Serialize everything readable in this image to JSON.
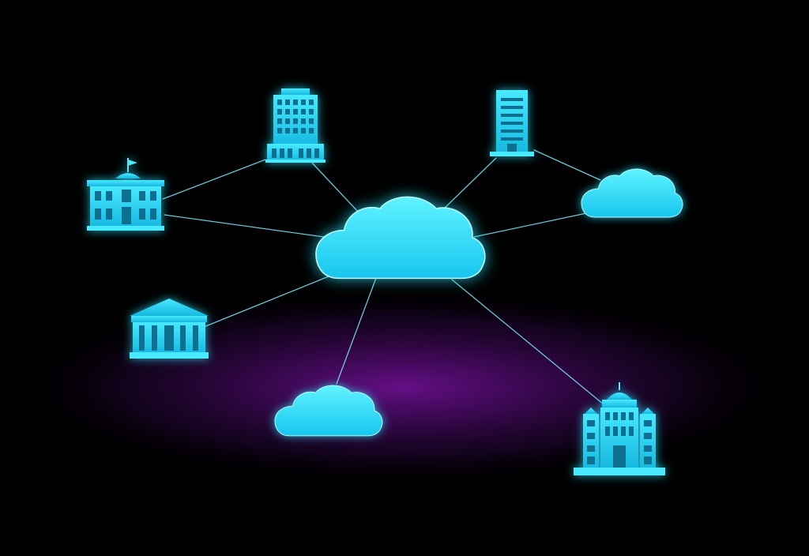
{
  "diagram": {
    "colors": {
      "background": "#000000",
      "accent": "#2ee6ff",
      "accent_dark": "#0a8fb4",
      "link": "#7fe9ff",
      "floor_glow": "#6a0f8e"
    },
    "nodes": [
      {
        "id": "center-cloud",
        "icon": "cloud-icon",
        "role": "hub"
      },
      {
        "id": "tower-office",
        "icon": "office-tower-icon"
      },
      {
        "id": "slim-tower",
        "icon": "skyscraper-icon"
      },
      {
        "id": "city-hall",
        "icon": "city-hall-icon"
      },
      {
        "id": "right-cloud",
        "icon": "cloud-icon"
      },
      {
        "id": "courthouse",
        "icon": "courthouse-icon"
      },
      {
        "id": "bottom-cloud",
        "icon": "cloud-icon"
      },
      {
        "id": "capitol",
        "icon": "capitol-building-icon"
      }
    ],
    "edges": [
      {
        "from": "center-cloud",
        "to": "tower-office"
      },
      {
        "from": "center-cloud",
        "to": "slim-tower"
      },
      {
        "from": "center-cloud",
        "to": "city-hall"
      },
      {
        "from": "center-cloud",
        "to": "right-cloud"
      },
      {
        "from": "center-cloud",
        "to": "courthouse"
      },
      {
        "from": "center-cloud",
        "to": "bottom-cloud"
      },
      {
        "from": "center-cloud",
        "to": "capitol"
      },
      {
        "from": "tower-office",
        "to": "city-hall"
      },
      {
        "from": "slim-tower",
        "to": "right-cloud"
      }
    ]
  }
}
